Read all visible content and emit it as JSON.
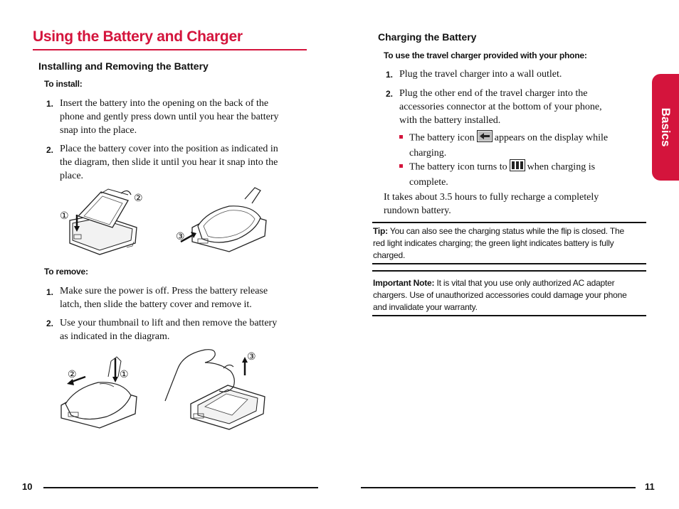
{
  "left_page": {
    "title": "Using the Battery and Charger",
    "section_heading": "Installing and Removing the Battery",
    "install": {
      "label": "To install:",
      "steps": [
        {
          "num": "1.",
          "lines": [
            "Insert the battery into the opening on the back of the",
            "phone and gently press down until you hear the battery",
            "snap into the place."
          ]
        },
        {
          "num": "2.",
          "lines": [
            "Place the battery cover into the position as indicated in",
            "the diagram, then slide it until you hear it snap into the",
            "place."
          ]
        }
      ]
    },
    "remove": {
      "label": "To remove:",
      "steps": [
        {
          "num": "1.",
          "lines": [
            "Make sure the power is off. Press the battery release",
            "latch, then slide the battery cover and remove it."
          ]
        },
        {
          "num": "2.",
          "lines": [
            "Use your thumbnail to lift and then remove the battery",
            "as indicated in the diagram."
          ]
        }
      ]
    },
    "callouts": {
      "c1": "①",
      "c2": "②",
      "c3": "③"
    },
    "page_number": "10"
  },
  "right_page": {
    "section_heading": "Charging the Battery",
    "subheading": "To use the travel charger provided with your phone:",
    "steps": [
      {
        "num": "1.",
        "lines": [
          "Plug the travel charger into a wall outlet."
        ]
      },
      {
        "num": "2.",
        "lines": [
          "Plug the other end of the travel charger into the",
          "accessories connector at the bottom of your phone,",
          "with the battery installed."
        ]
      }
    ],
    "bullets": [
      {
        "before": "The battery icon",
        "after": "appears on the display while",
        "line2": "charging.",
        "icon": "charging-battery-icon"
      },
      {
        "before": "The battery icon turns to",
        "after": "when charging is",
        "line2": "complete.",
        "icon": "full-battery-icon"
      }
    ],
    "recharge_text": [
      "It takes about 3.5 hours to fully recharge a completely",
      "rundown battery."
    ],
    "tip": {
      "label": "Tip:",
      "lines": [
        "You can also see the charging status while the flip is closed. The",
        "red light indicates charging; the green light indicates battery is fully",
        "charged."
      ]
    },
    "important": {
      "label": "Important Note:",
      "first": "It is vital that you use only authorized AC adapter",
      "lines": [
        "chargers. Use of unauthorized accessories could damage your phone",
        "and invalidate your warranty."
      ]
    },
    "side_tab": "Basics",
    "page_number": "11"
  },
  "colors": {
    "accent": "#d4143c",
    "text": "#111111"
  }
}
